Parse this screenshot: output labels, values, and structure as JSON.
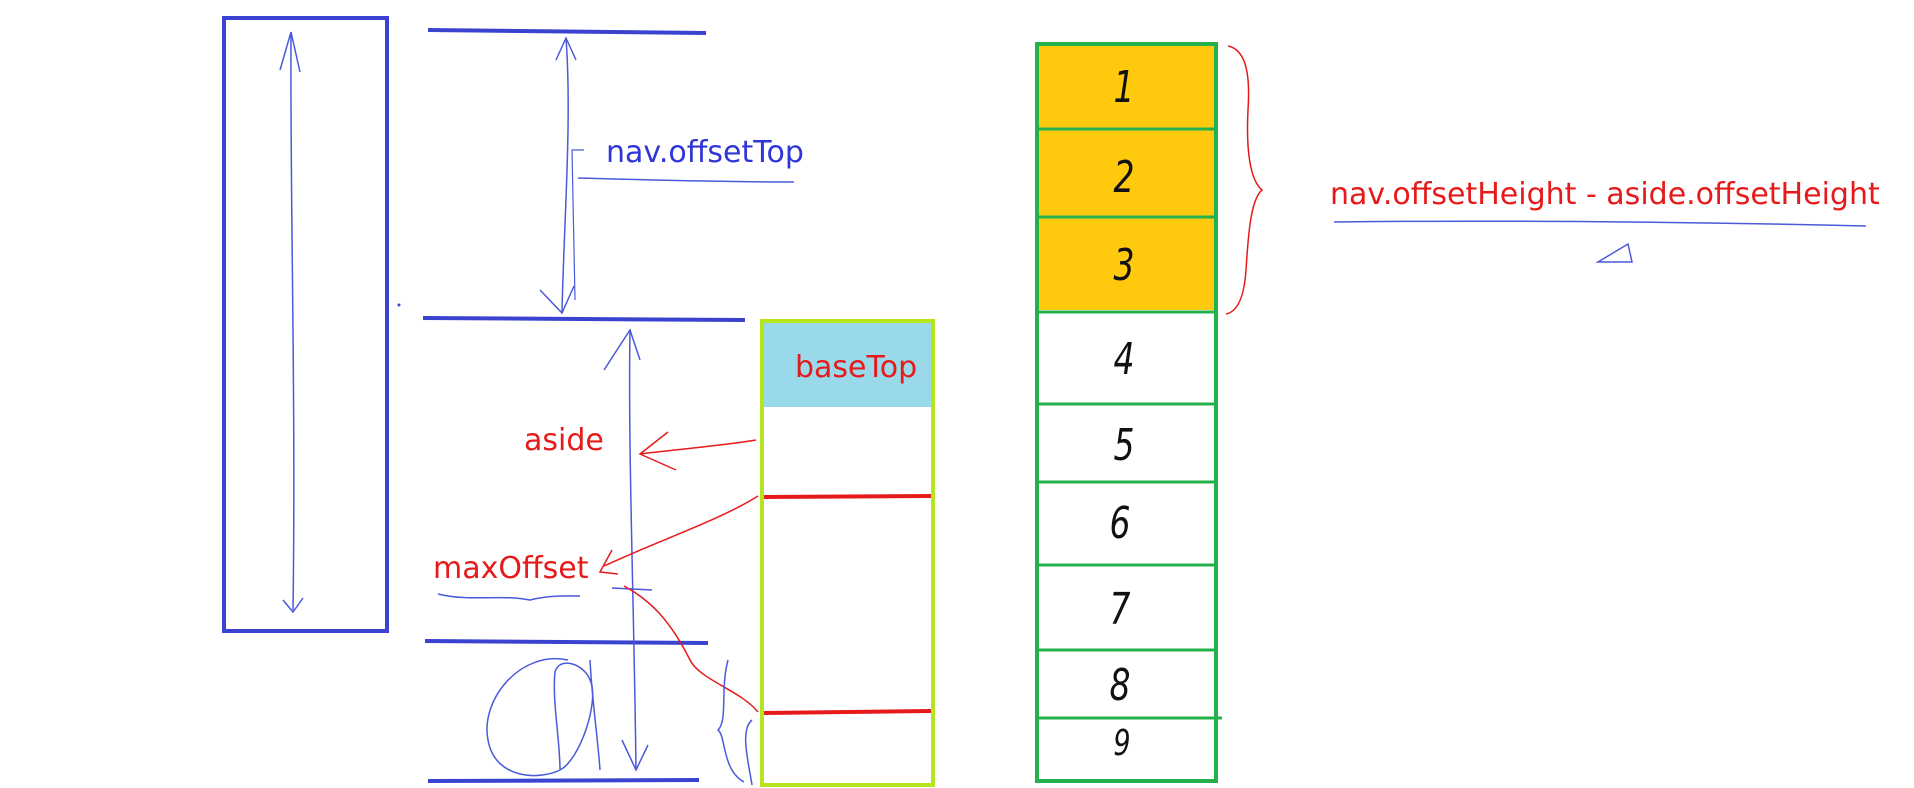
{
  "labels": {
    "nav_offset_top": "nav.offsetTop",
    "base_top": "baseTop",
    "aside": "aside",
    "max_offset": "maxOffset",
    "height_diff": "nav.offsetHeight - aside.offsetHeight"
  },
  "numbers": [
    "1",
    "2",
    "3",
    "4",
    "5",
    "6",
    "7",
    "8",
    "9"
  ],
  "colors": {
    "blue": "#3a42d0",
    "red": "#e61a1a",
    "green": "#22b14c",
    "lime": "#b5e61d",
    "light_blue": "#99d9ea",
    "orange": "#ffc90e"
  }
}
